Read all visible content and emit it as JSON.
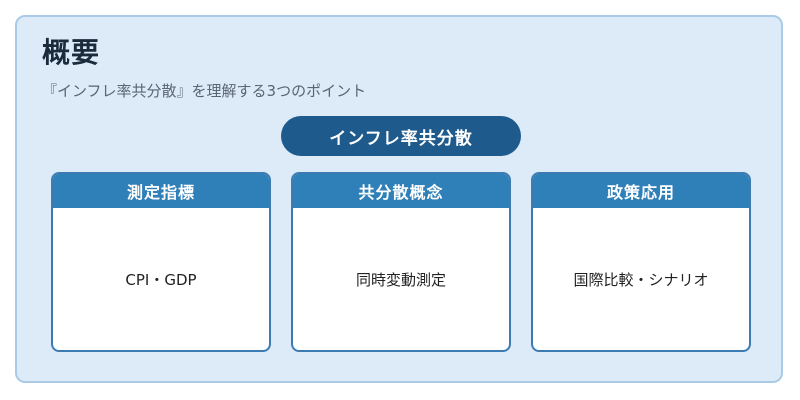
{
  "heading": {
    "title": "概要",
    "subtitle": "『インフレ率共分散』を理解する3つのポイント"
  },
  "center_topic": "インフレ率共分散",
  "cards": [
    {
      "header": "測定指標",
      "body": "CPI・GDP"
    },
    {
      "header": "共分散概念",
      "body": "同時変動測定"
    },
    {
      "header": "政策応用",
      "body": "国際比較・シナリオ"
    }
  ],
  "colors": {
    "panel_background": "#dcebf7",
    "panel_border": "#a9cbe7",
    "pill_background": "#1e5a8c",
    "card_header": "#2f7fb8",
    "card_border": "#3d7cb3"
  }
}
